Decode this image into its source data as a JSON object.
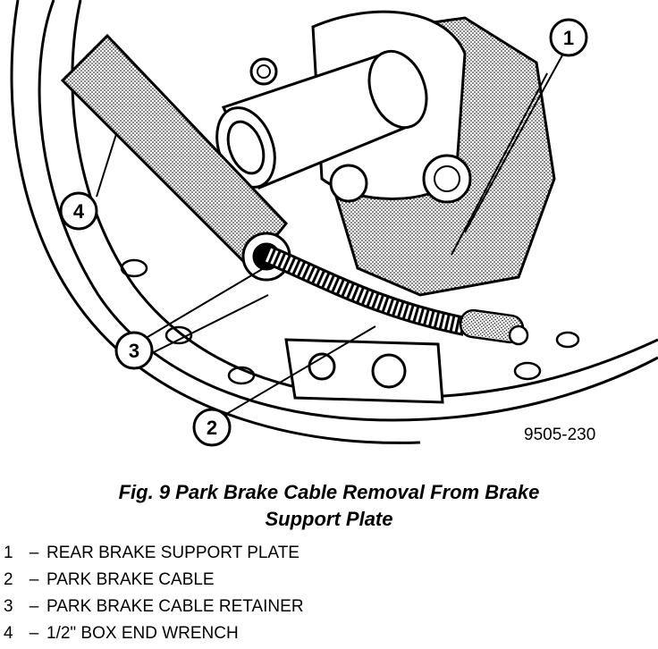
{
  "figure": {
    "code": "9505-230",
    "caption_line1": "Fig. 9 Park Brake Cable Removal From Brake",
    "caption_line2": "Support Plate"
  },
  "callouts": [
    "1",
    "2",
    "3",
    "4"
  ],
  "legend": [
    {
      "num": "1",
      "dash": "–",
      "label": "REAR BRAKE SUPPORT PLATE"
    },
    {
      "num": "2",
      "dash": "–",
      "label": "PARK BRAKE CABLE"
    },
    {
      "num": "3",
      "dash": "–",
      "label": "PARK BRAKE CABLE RETAINER"
    },
    {
      "num": "4",
      "dash": "–",
      "label": "1/2\" BOX END WRENCH"
    }
  ]
}
